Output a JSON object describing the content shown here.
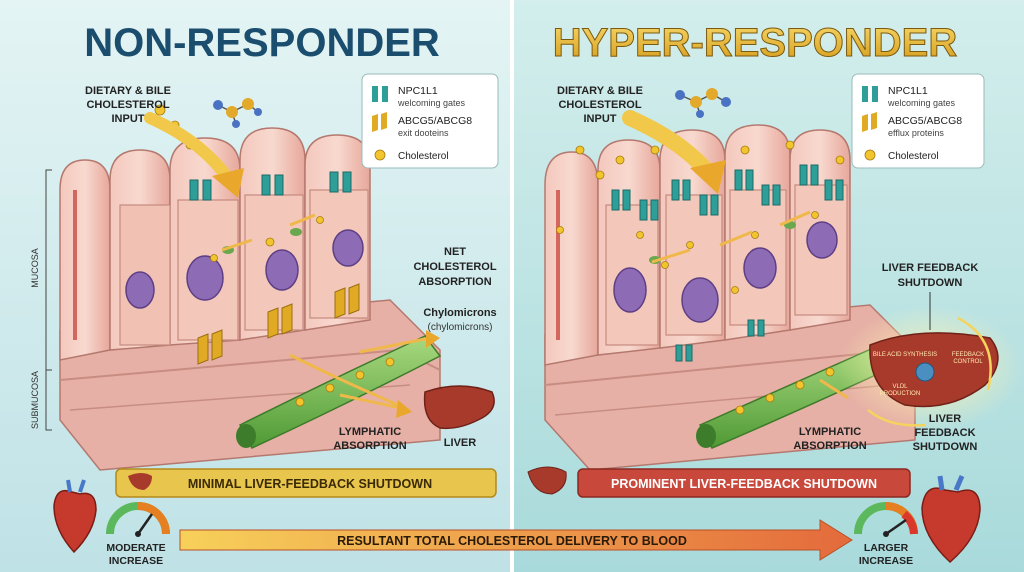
{
  "left": {
    "title": "NON-RESPONDER",
    "input_label": [
      "DIETARY & BILE",
      "CHOLESTEROL",
      "INPUT"
    ],
    "legend": {
      "npc_title": "NPC1L1",
      "npc_sub": "welcoming gates",
      "abcg_title": "ABCG5/ABCG8",
      "abcg_sub": "exit dooteins",
      "chol": "Cholesterol"
    },
    "side_labels": {
      "mucosa": "MUCOSA",
      "submucosa": "SUBMUCOSA"
    },
    "net_label": [
      "NET",
      "CHOLESTEROL",
      "ABSORPTION"
    ],
    "chylo_title": "Chylomicrons",
    "chylo_sub": "(chylomicrons)",
    "lymph_label": [
      "LYMPHATIC",
      "ABSORPTION"
    ],
    "liver_label": "LIVER",
    "banner": "MINIMAL LIVER-FEEDBACK SHUTDOWN",
    "gauge_label": [
      "MODERATE",
      "INCREASE"
    ]
  },
  "right": {
    "title": "HYPER-RESPONDER",
    "input_label": [
      "DIETARY & BILE",
      "CHOLESTEROL",
      "INPUT"
    ],
    "legend": {
      "npc_title": "NPC1L1",
      "npc_sub": "welcoming gates",
      "abcg_title": "ABCG5/ABCG8",
      "abcg_sub": "efflux proteins",
      "chol": "Cholesterol"
    },
    "feedback_top": [
      "LIVER FEEDBACK",
      "SHUTDOWN"
    ],
    "liver_inner": {
      "bile": "BILE ACID SYNTHESIS",
      "feedback": [
        "FEEDBACK",
        "CONTROL"
      ],
      "vldl": [
        "VLDL",
        "PRODUCTION"
      ]
    },
    "lymph_label": [
      "LYMPHATIC",
      "ABSORPTION"
    ],
    "feedback_bottom": [
      "LIVER",
      "FEEDBACK",
      "SHUTDOWN"
    ],
    "banner": "PROMINENT LIVER-FEEDBACK SHUTDOWN",
    "gauge_label": [
      "LARGER",
      "INCREASE"
    ]
  },
  "bottom_arrow": "RESULTANT TOTAL CHOLESTEROL DELIVERY TO BLOOD",
  "colors": {
    "left_bg": "#d6eef0",
    "right_bg": "#c4e6e6",
    "left_title": "#1a4d6e",
    "right_title": "#e8b830",
    "npc": "#2e9e98",
    "abcg": "#d9a520",
    "cholesterol": "#f2c42e",
    "villus": "#e9a59c",
    "lymph": "#74b54c",
    "liver": "#a83a2c",
    "banner_left": "#e6c24a",
    "banner_right": "#c9483c",
    "arrow": "#e8784a"
  },
  "icons": [
    "heart-icon",
    "gauge-icon",
    "liver-icon",
    "molecule-icon",
    "npc1l1-icon",
    "abcg-icon",
    "cholesterol-icon"
  ]
}
